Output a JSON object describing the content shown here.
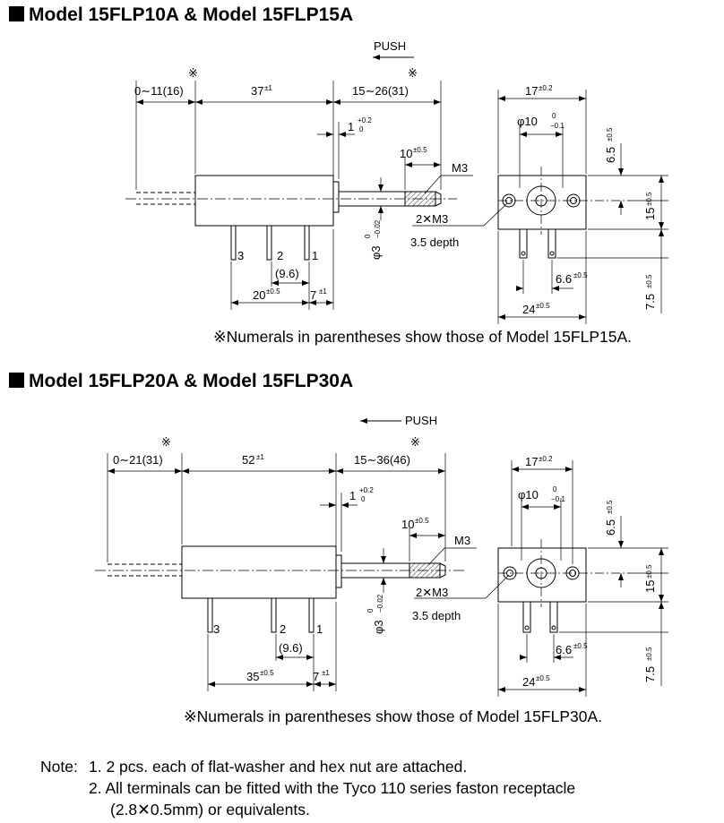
{
  "sections": [
    {
      "heading": "Model 15FLP10A & Model 15FLP15A",
      "push": "PUSH",
      "mark": "※",
      "dims": {
        "stroke_left": "0∼11(16)",
        "body_len": "37",
        "body_len_tol": "±1",
        "stroke_right": "15∼26(31)",
        "gap": "1",
        "gap_tol_up": "+0.2",
        "gap_tol_dn": "0",
        "thread_len": "10",
        "thread_len_tol": "±0.5",
        "thread": "M3",
        "shaft_dia": "φ3",
        "shaft_tol_up": "0",
        "shaft_tol_dn": "−0.02",
        "tap_holes": "2✕M3",
        "tap_depth": "3.5 depth",
        "term3": "3",
        "term2": "2",
        "term1": "1",
        "term_pitch": "(9.6)",
        "term_span": "20",
        "term_span_tol": "±0.5",
        "term_edge": "7",
        "term_edge_tol": "±1",
        "end_width": "17",
        "end_width_tol": "±0.2",
        "boss_dia": "φ10",
        "boss_tol_up": "0",
        "boss_tol_dn": "−0.1",
        "center_h": "6.5",
        "center_h_tol": "±0.5",
        "body_h": "15",
        "body_h_tol": "±0.5",
        "term_gap": "6.6",
        "term_gap_tol": "±0.5",
        "term_h": "7.5",
        "term_h_tol": "±0.5",
        "base_w": "24",
        "base_w_tol": "±0.5"
      },
      "footnote": "※Numerals in parentheses show those of Model 15FLP15A."
    },
    {
      "heading": "Model 15FLP20A & Model 15FLP30A",
      "push": "PUSH",
      "mark": "※",
      "dims": {
        "stroke_left": "0∼21(31)",
        "body_len": "52",
        "body_len_tol": "±1",
        "stroke_right": "15∼36(46)",
        "gap": "1",
        "gap_tol_up": "+0.2",
        "gap_tol_dn": "0",
        "thread_len": "10",
        "thread_len_tol": "±0.5",
        "thread": "M3",
        "shaft_dia": "φ3",
        "shaft_tol_up": "0",
        "shaft_tol_dn": "−0.02",
        "tap_holes": "2✕M3",
        "tap_depth": "3.5 depth",
        "term3": "3",
        "term2": "2",
        "term1": "1",
        "term_pitch": "(9.6)",
        "term_span": "35",
        "term_span_tol": "±0.5",
        "term_edge": "7",
        "term_edge_tol": "±1",
        "end_width": "17",
        "end_width_tol": "±0.2",
        "boss_dia": "φ10",
        "boss_tol_up": "0",
        "boss_tol_dn": "−0.1",
        "center_h": "6.5",
        "center_h_tol": "±0.5",
        "body_h": "15",
        "body_h_tol": "±0.5",
        "term_gap": "6.6",
        "term_gap_tol": "±0.5",
        "term_h": "7.5",
        "term_h_tol": "±0.5",
        "base_w": "24",
        "base_w_tol": "±0.5"
      },
      "footnote": "※Numerals in parentheses show those of Model 15FLP30A."
    }
  ],
  "notes": {
    "lead": "Note:",
    "items": [
      "1. 2 pcs. each of flat-washer and hex nut are attached.",
      "2. All terminals can be fitted with the Tyco 110 series faston receptacle"
    ],
    "continuation": "(2.8✕0.5mm) or equivalents."
  }
}
